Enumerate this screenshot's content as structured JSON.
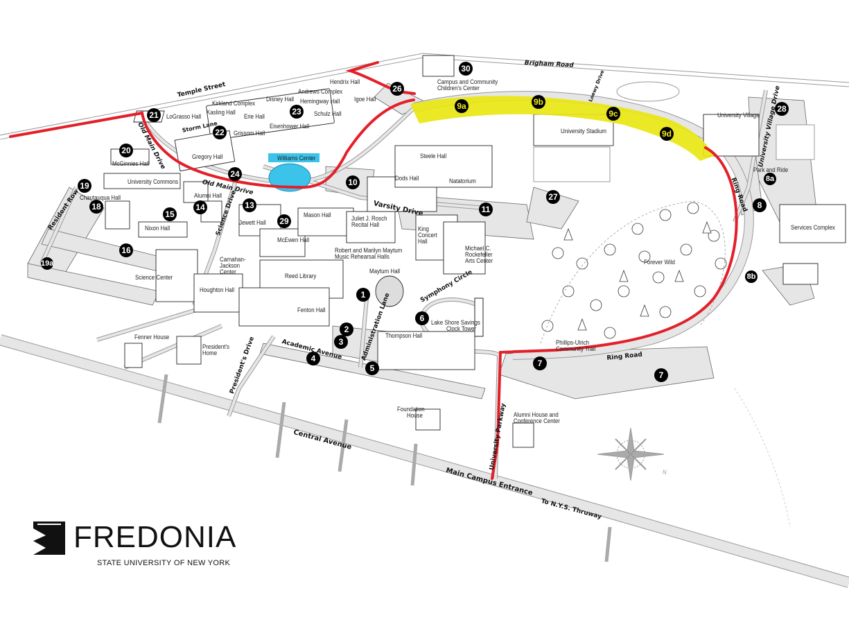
{
  "map": {
    "title": "Fredonia Campus Map",
    "colors": {
      "route_red": "#e3202a",
      "highlight_yellow": "#e9e614",
      "highlight_blue": "#3cc3ea",
      "road_fill": "#e6e6e6",
      "marker_bg": "#000000"
    },
    "roads": [
      {
        "id": "temple",
        "label": "Temple Street"
      },
      {
        "id": "brigham",
        "label": "Brigham Road"
      },
      {
        "id": "oldmain",
        "label": "Old Main Drive"
      },
      {
        "id": "oldmain2",
        "label": "Old Main Drive"
      },
      {
        "id": "stormlane",
        "label": "Storm Lane"
      },
      {
        "id": "science",
        "label": "Science Drive"
      },
      {
        "id": "resident",
        "label": "Resident Row"
      },
      {
        "id": "varsity",
        "label": "Varsity Drive"
      },
      {
        "id": "academic",
        "label": "Academic Avenue"
      },
      {
        "id": "administration",
        "label": "Administration Lane"
      },
      {
        "id": "presidents",
        "label": "President's Drive"
      },
      {
        "id": "central",
        "label": "Central Avenue"
      },
      {
        "id": "maincampus",
        "label": "Main Campus Entrance"
      },
      {
        "id": "thruway",
        "label": "To N.Y.S. Thruway"
      },
      {
        "id": "parkway",
        "label": "University Parkway"
      },
      {
        "id": "ring",
        "label": "Ring Road"
      },
      {
        "id": "ring2",
        "label": "Ring Road"
      },
      {
        "id": "symphony",
        "label": "Symphony Circle"
      },
      {
        "id": "villagedrive",
        "label": "University Village Drive"
      },
      {
        "id": "loewydrive",
        "label": "Loewy Drive"
      }
    ],
    "buildings": [
      {
        "label": "LoGrasso Hall"
      },
      {
        "label": "Kirkland Complex"
      },
      {
        "label": "Kasling Hall"
      },
      {
        "label": "Erie Hall"
      },
      {
        "label": "Disney Hall"
      },
      {
        "label": "Andrews Complex"
      },
      {
        "label": "Hendrix Hall"
      },
      {
        "label": "Hemingway Hall"
      },
      {
        "label": "Igoe Hall"
      },
      {
        "label": "Schulz Hall"
      },
      {
        "label": "Eisenhower Hall"
      },
      {
        "label": "Grissom Hall"
      },
      {
        "label": "Gregory Hall"
      },
      {
        "label": "Williams Center"
      },
      {
        "label": "McGinnies Hall"
      },
      {
        "label": "University Commons"
      },
      {
        "label": "Chautauqua Hall"
      },
      {
        "label": "Alumni Hall"
      },
      {
        "label": "Nixon Hall"
      },
      {
        "label": "Jewett Hall"
      },
      {
        "label": "McEwen Hall"
      },
      {
        "label": "Carnahan-"
      },
      {
        "label": "Jackson"
      },
      {
        "label": "Center"
      },
      {
        "label": "Science Center"
      },
      {
        "label": "Houghton Hall"
      },
      {
        "label": "Reed Library"
      },
      {
        "label": "Fenton Hall"
      },
      {
        "label": "Mason Hall"
      },
      {
        "label": "Juliet J. Rosch"
      },
      {
        "label": "Recital Hall"
      },
      {
        "label": "Robert and Marilyn Maytum"
      },
      {
        "label": "Music Rehearsal Halls"
      },
      {
        "label": "Maytum Hall"
      },
      {
        "label": "King"
      },
      {
        "label": "Concert"
      },
      {
        "label": "Hall"
      },
      {
        "label": "Michael C."
      },
      {
        "label": "Rockefeller"
      },
      {
        "label": "Arts Center"
      },
      {
        "label": "Steele Hall"
      },
      {
        "label": "Dods Hall"
      },
      {
        "label": "Natatorium"
      },
      {
        "label": "Campus and Community"
      },
      {
        "label": "Children's Center"
      },
      {
        "label": "University Stadium"
      },
      {
        "label": "University Village"
      },
      {
        "label": "Park and Ride"
      },
      {
        "label": "Services Complex"
      },
      {
        "label": "Forever Wild"
      },
      {
        "label": "Phillips-Ulrich"
      },
      {
        "label": "Community Trail"
      },
      {
        "label": "Lake Shore Savings"
      },
      {
        "label": "Clock Tower"
      },
      {
        "label": "Thompson Hall"
      },
      {
        "label": "Fenner House"
      },
      {
        "label": "President's"
      },
      {
        "label": "Home"
      },
      {
        "label": "Foundation"
      },
      {
        "label": "House"
      },
      {
        "label": "Alumni House and"
      },
      {
        "label": "Conference Center"
      }
    ],
    "markers": [
      {
        "id": "1",
        "label": "1"
      },
      {
        "id": "2",
        "label": "2"
      },
      {
        "id": "3",
        "label": "3"
      },
      {
        "id": "4",
        "label": "4"
      },
      {
        "id": "5",
        "label": "5"
      },
      {
        "id": "6",
        "label": "6"
      },
      {
        "id": "7a",
        "label": "7"
      },
      {
        "id": "7b",
        "label": "7"
      },
      {
        "id": "8",
        "label": "8"
      },
      {
        "id": "8a",
        "label": "8a"
      },
      {
        "id": "8b",
        "label": "8b"
      },
      {
        "id": "9a",
        "label": "9a"
      },
      {
        "id": "9b",
        "label": "9b"
      },
      {
        "id": "9c",
        "label": "9c"
      },
      {
        "id": "9d",
        "label": "9d"
      },
      {
        "id": "10",
        "label": "10"
      },
      {
        "id": "11",
        "label": "11"
      },
      {
        "id": "13",
        "label": "13"
      },
      {
        "id": "14",
        "label": "14"
      },
      {
        "id": "15",
        "label": "15"
      },
      {
        "id": "16",
        "label": "16"
      },
      {
        "id": "18",
        "label": "18"
      },
      {
        "id": "19",
        "label": "19"
      },
      {
        "id": "19a",
        "label": "19a"
      },
      {
        "id": "20",
        "label": "20"
      },
      {
        "id": "21",
        "label": "21"
      },
      {
        "id": "22",
        "label": "22"
      },
      {
        "id": "23",
        "label": "23"
      },
      {
        "id": "24",
        "label": "24"
      },
      {
        "id": "26",
        "label": "26"
      },
      {
        "id": "27",
        "label": "27"
      },
      {
        "id": "28",
        "label": "28"
      },
      {
        "id": "29",
        "label": "29"
      },
      {
        "id": "30",
        "label": "30"
      }
    ],
    "compass": {
      "north_label": "N"
    }
  },
  "logo": {
    "wordmark": "FREDONIA",
    "subtitle": "STATE UNIVERSITY OF NEW YORK"
  }
}
